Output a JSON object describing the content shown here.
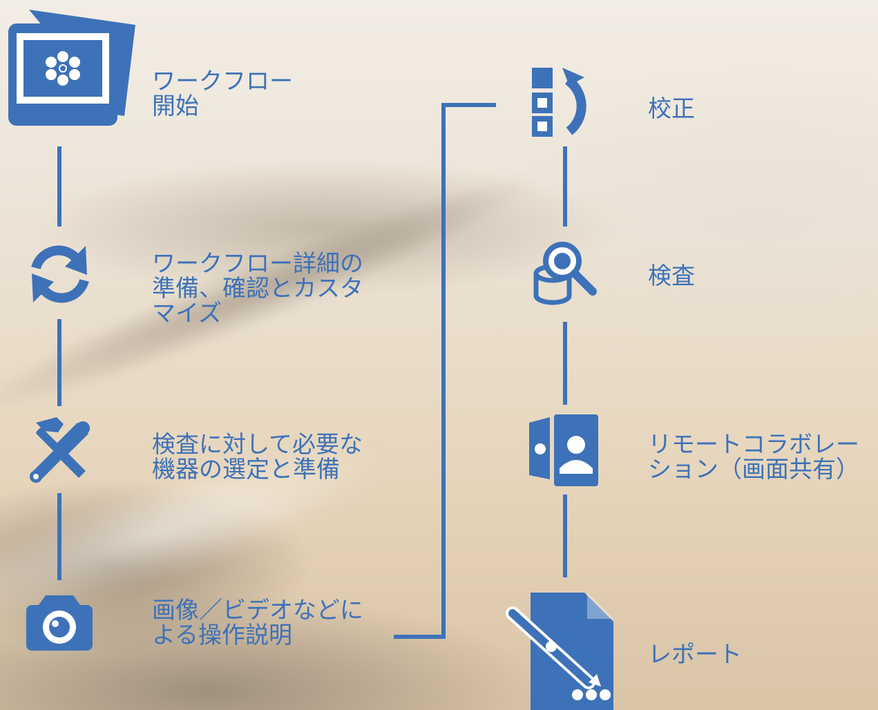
{
  "steps_left": [
    {
      "icon": "workflow-start-icon",
      "label": "ワークフロー\n開始"
    },
    {
      "icon": "refresh-icon",
      "label": "ワークフロー詳細の\n準備、確認とカスタ\nマイズ"
    },
    {
      "icon": "tools-icon",
      "label": "検査に対して必要な\n機器の選定と準備"
    },
    {
      "icon": "camera-icon",
      "label": "画像／ビデオなどに\nよる操作説明"
    }
  ],
  "steps_right": [
    {
      "icon": "calibration-icon",
      "label": "校正"
    },
    {
      "icon": "inspection-icon",
      "label": "検査"
    },
    {
      "icon": "remote-collaboration-icon",
      "label": "リモートコラボレー\nション（画面共有）"
    },
    {
      "icon": "report-icon",
      "label": "レポート"
    }
  ],
  "colors": {
    "accent": "#3d72b8",
    "background": "#ebe2d4"
  }
}
